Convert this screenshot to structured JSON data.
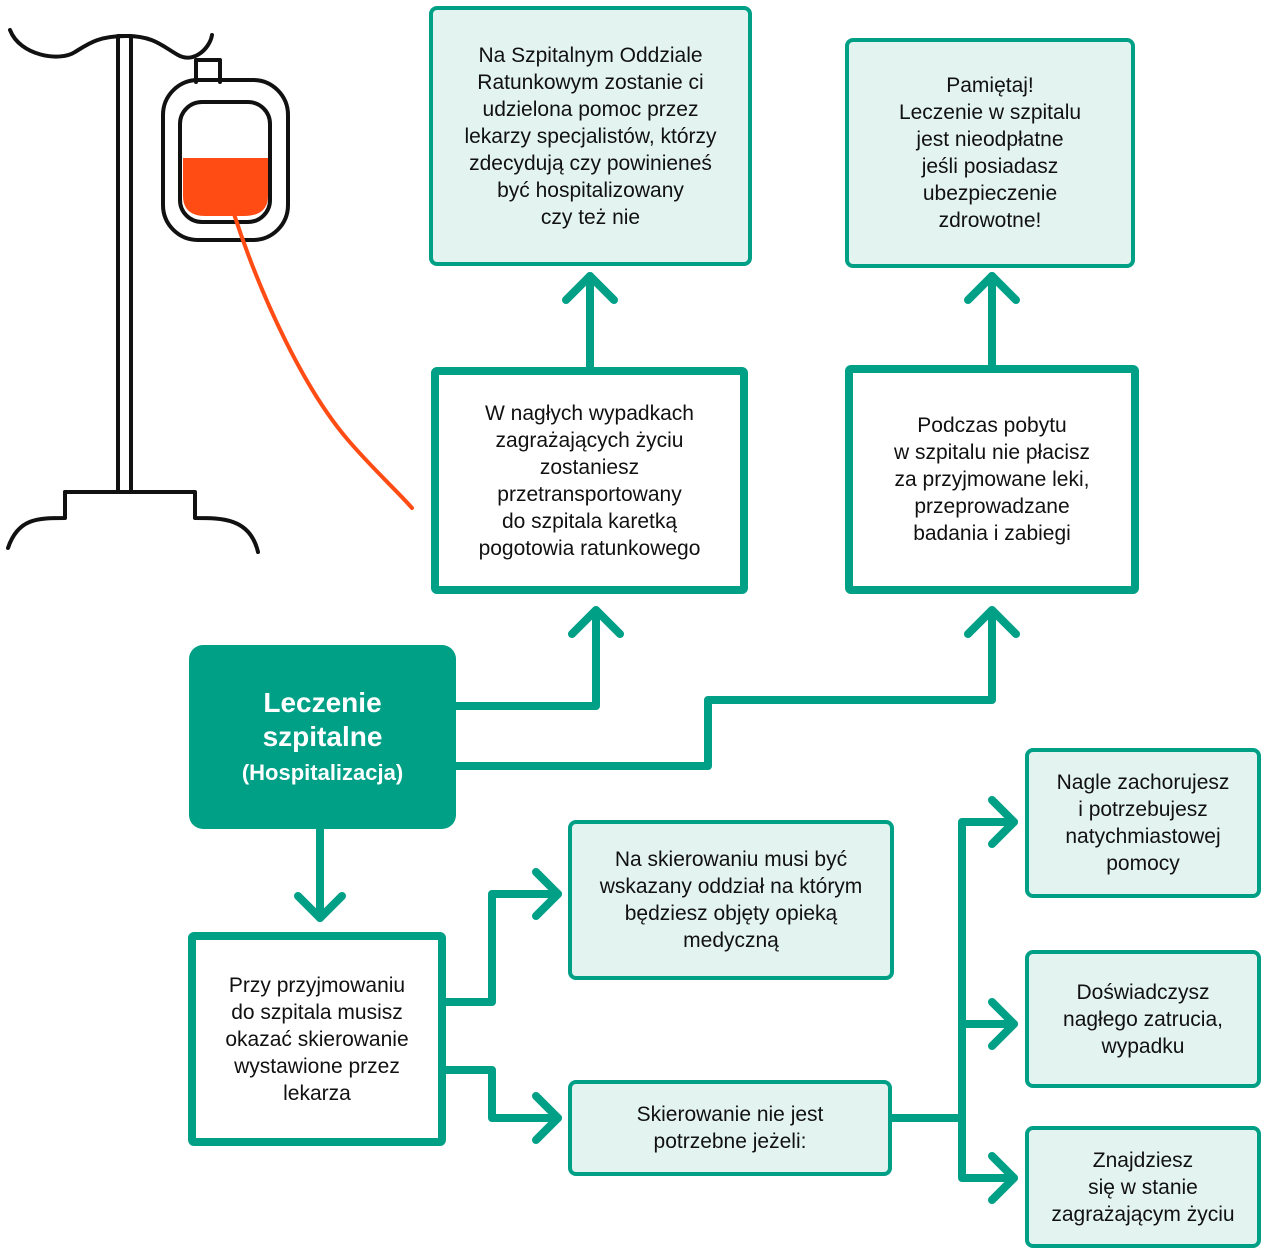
{
  "colors": {
    "accent": "#00a086",
    "box_fill": "#e3f3ef",
    "iv_fluid": "#ff4b14"
  },
  "illustration": {
    "name": "iv-drip-stand-icon"
  },
  "main": {
    "title": "Leczenie\nszpitalne",
    "subtitle": "(Hospitalizacja)"
  },
  "boxes": {
    "sor": "Na Szpitalnym Oddziale\nRatunkowym zostanie ci\nudzielona pomoc przez\nlekarzy specjalistów, którzy\nzdecydują czy powinieneś\nbyć hospitalizowany\nczy też nie",
    "remember": "Pamiętaj!\nLeczenie w szpitalu\njest nieodpłatne\njeśli posiadasz\nubezpieczenie\nzdrowotne!",
    "emergency": "W nagłych wypadkach\nzagrażających życiu\nzostaniesz\nprzetransportowany\ndo szpitala karetką\npogotowia ratunkowego",
    "stay": "Podczas pobytu\nw szpitalu nie płacisz\nza przyjmowane leki,\nprzeprowadzane\nbadania i zabiegi",
    "admission": "Przy przyjmowaniu\ndo szpitala musisz\nokazać skierowanie\nwystawione przez\nlekarza",
    "referral_ward": "Na skierowaniu musi być\nwskazany oddział na którym\nbędziesz objęty opieką\nmedyczną",
    "referral_not_needed": "Skierowanie nie jest\npotrzebne jeżeli:",
    "sudden_illness": "Nagle zachorujesz\ni potrzebujesz\nnatychmiastowej\npomocy",
    "poisoning": "Doświadczysz\nnagłego zatrucia,\nwypadku",
    "life_threat": "Znajdziesz\nsię w stanie\nzagrażającym życiu"
  }
}
